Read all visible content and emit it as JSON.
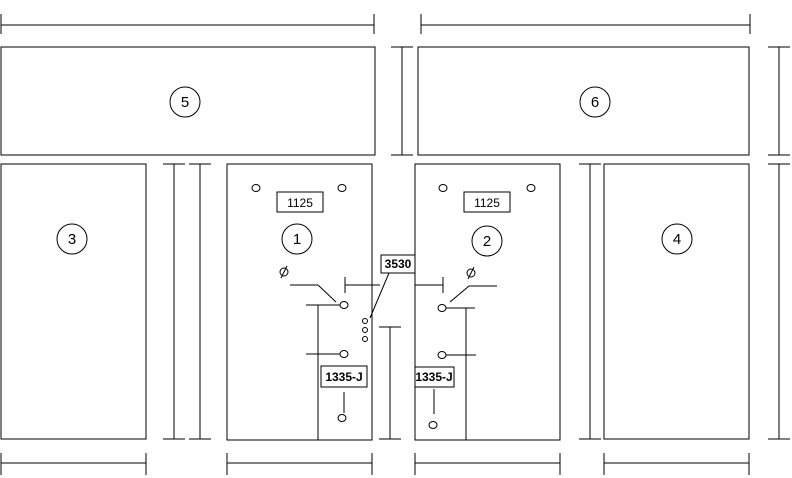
{
  "panels": [
    {
      "id": "panel-5",
      "number": "5"
    },
    {
      "id": "panel-6",
      "number": "6"
    },
    {
      "id": "panel-3",
      "number": "3"
    },
    {
      "id": "panel-4",
      "number": "4"
    },
    {
      "id": "panel-1",
      "number": "1"
    },
    {
      "id": "panel-2",
      "number": "2"
    }
  ],
  "labels": {
    "door1_code": "1125",
    "door2_code": "1125",
    "center_code": "3530",
    "door1_lock": "1335-J",
    "door2_lock": "1335-J"
  }
}
